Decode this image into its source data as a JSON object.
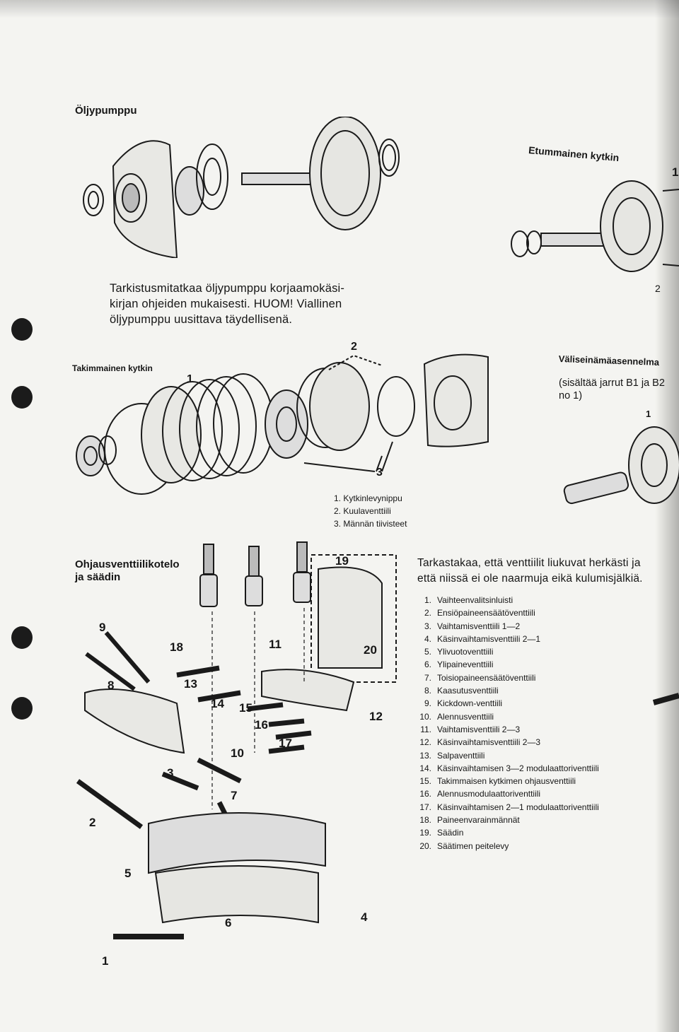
{
  "oil_pump": {
    "heading": "Öljypumppu",
    "text": [
      "Tarkistusmitatkaa öljypumppu korjaamokäsi-",
      "kirjan ohjeiden mukaisesti. HUOM! Viallinen",
      "öljypumppu uusittava täydellisenä."
    ]
  },
  "front_clutch": {
    "heading": "Etummainen kytkin",
    "callout_1": "1",
    "callout_2": "2"
  },
  "rear_clutch": {
    "heading": "Takimmainen kytkin",
    "callouts": [
      "1",
      "2",
      "3"
    ],
    "legend": [
      {
        "num": "1.",
        "text": "Kytkinlevynippu"
      },
      {
        "num": "2.",
        "text": "Kuulaventtiili"
      },
      {
        "num": "3.",
        "text": "Männän tiivisteet"
      }
    ]
  },
  "partition": {
    "heading": "Väliseinämäasennelma",
    "text": [
      "(sisältää jarrut B1 ja B2",
      "no 1)"
    ],
    "callout": "1"
  },
  "valve_body": {
    "heading_lines": [
      "Ohjausventtiilikotelo",
      "ja säädin"
    ],
    "callouts": [
      "1",
      "2",
      "3",
      "4",
      "5",
      "6",
      "7",
      "8",
      "9",
      "10",
      "11",
      "12",
      "13",
      "14",
      "15",
      "16",
      "17",
      "18",
      "19",
      "20"
    ],
    "text": [
      "Tarkastakaa, että venttiilit liukuvat herkästi ja",
      "että niissä ei ole naarmuja eikä kulumisjälkiä."
    ],
    "legend": [
      {
        "num": "1.",
        "text": "Vaihteenvalitsinluisti"
      },
      {
        "num": "2.",
        "text": "Ensiöpaineensäätöventtiili"
      },
      {
        "num": "3.",
        "text": "Vaihtamisventtiili 1—2"
      },
      {
        "num": "4.",
        "text": "Käsinvaihtamisventtiili 2—1"
      },
      {
        "num": "5.",
        "text": "Ylivuotoventtiili"
      },
      {
        "num": "6.",
        "text": "Ylipaineventtiili"
      },
      {
        "num": "7.",
        "text": "Toisiopaineensäätöventtiili"
      },
      {
        "num": "8.",
        "text": "Kaasutusventtiili"
      },
      {
        "num": "9.",
        "text": "Kickdown-venttiili"
      },
      {
        "num": "10.",
        "text": "Alennusventtiili"
      },
      {
        "num": "11.",
        "text": "Vaihtamisventtiili 2—3"
      },
      {
        "num": "12.",
        "text": "Käsinvaihtamisventtiili 2—3"
      },
      {
        "num": "13.",
        "text": "Salpaventtiili"
      },
      {
        "num": "14.",
        "text": "Käsinvaihtamisen 3—2 modulaattoriventtiili"
      },
      {
        "num": "15.",
        "text": "Takimmaisen kytkimen ohjausventtiili"
      },
      {
        "num": "16.",
        "text": "Alennusmodulaattoriventtiili"
      },
      {
        "num": "17.",
        "text": "Käsinvaihtamisen 2—1 modulaattoriventtiili"
      },
      {
        "num": "18.",
        "text": "Paineenvarainmännät"
      },
      {
        "num": "19.",
        "text": "Säädin"
      },
      {
        "num": "20.",
        "text": "Säätimen peitelevy"
      }
    ]
  }
}
